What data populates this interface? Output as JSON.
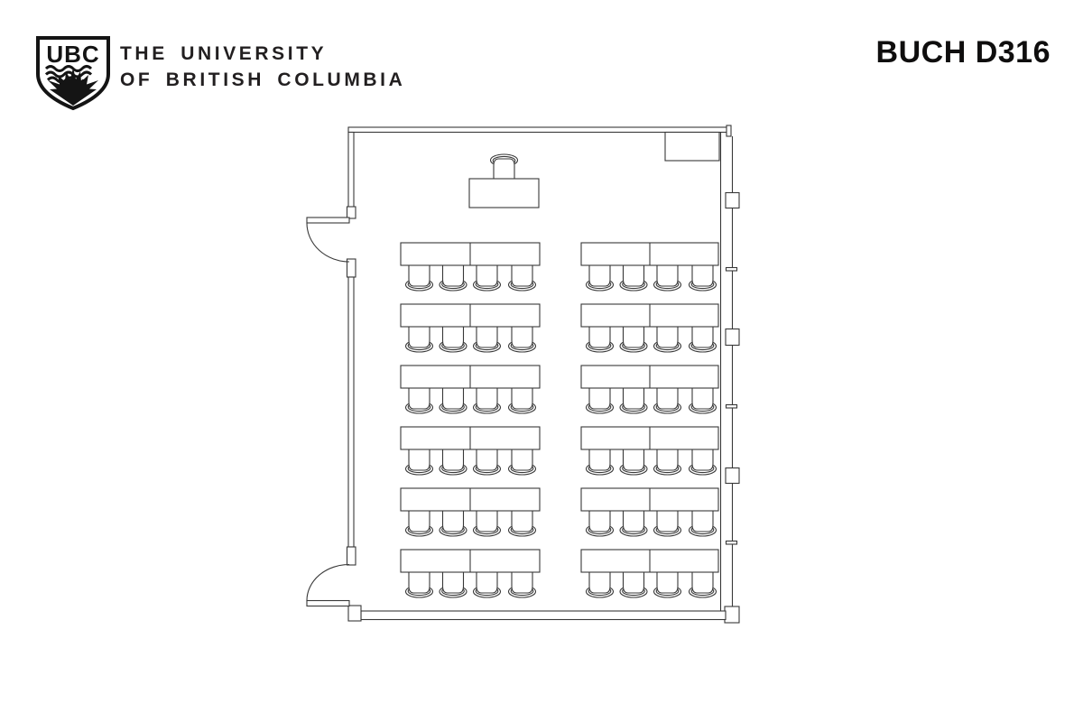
{
  "header": {
    "logo_text": "UBC",
    "institution_line1": "THE UNIVERSITY",
    "institution_line2": "OF BRITISH COLUMBIA",
    "room_title": "BUCH D316"
  },
  "colors": {
    "background": "#ffffff",
    "line": "#383838",
    "text": "#221f20"
  },
  "floorplan": {
    "room_label": "BUCH D316",
    "view": "top-down floor plan",
    "student_rows": 6,
    "table_groups_per_row": 2,
    "tables_per_group": 2,
    "seats_per_table_group": 4,
    "total_student_seats": 48,
    "instructor_station": {
      "tables": 1,
      "chairs": 1,
      "position": "front center, facing the class"
    },
    "doors": 2,
    "door_positions": [
      "left wall upper",
      "left wall lower"
    ],
    "window_wall_side": "right",
    "cabinet_position": "top right corner"
  }
}
